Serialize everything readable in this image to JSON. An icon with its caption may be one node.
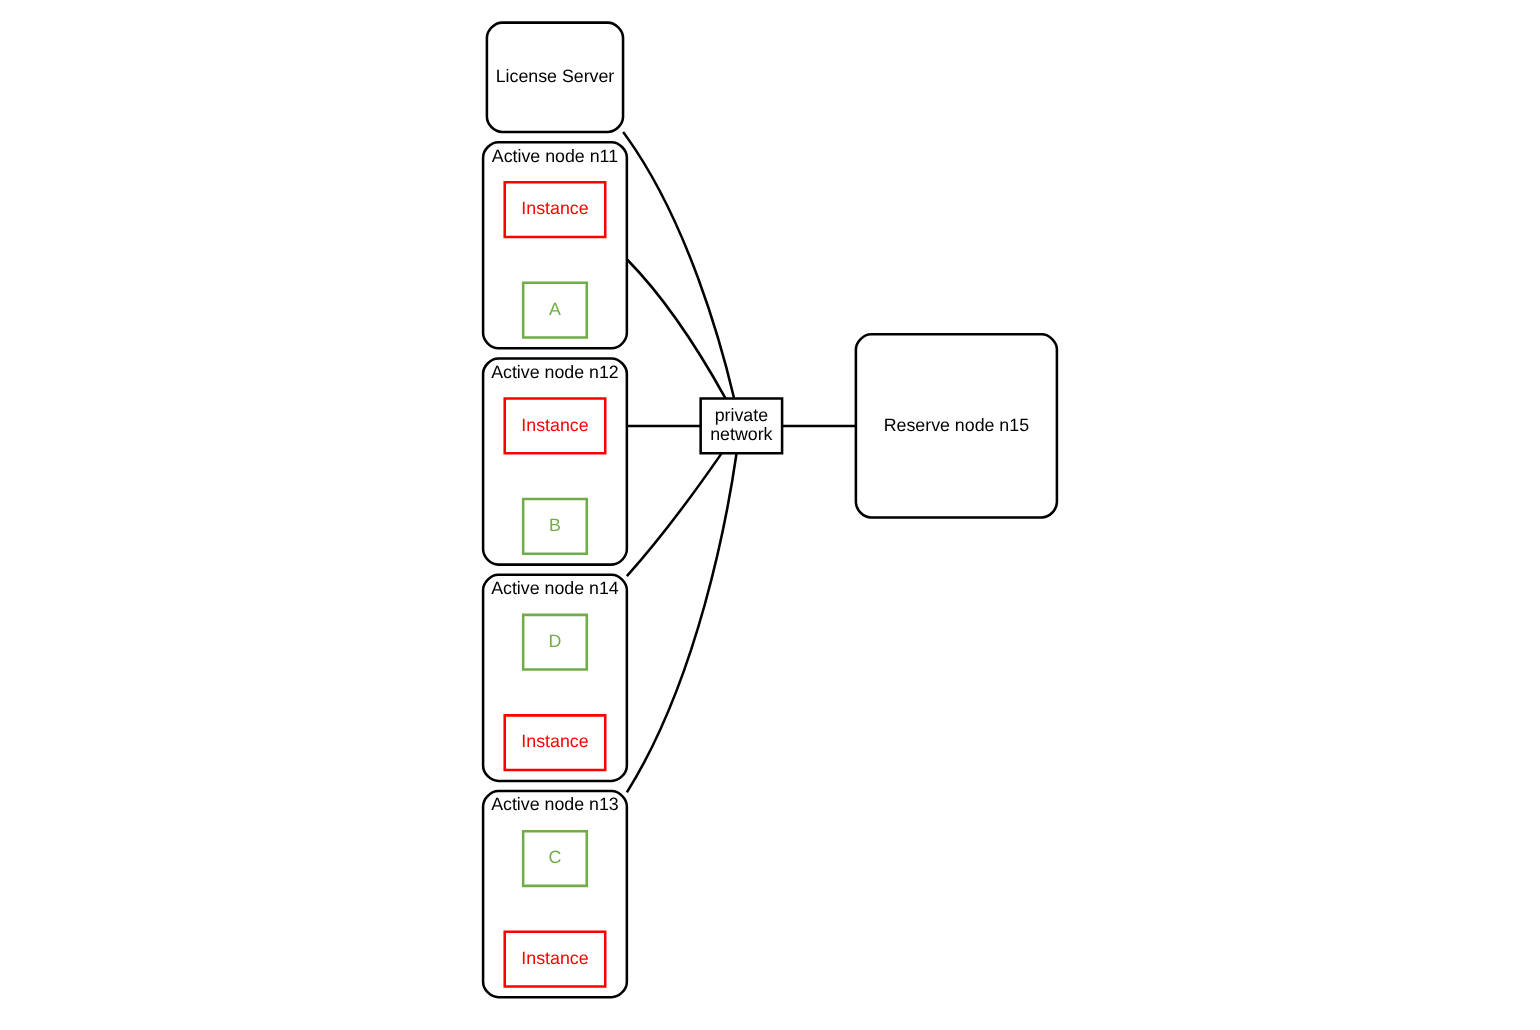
{
  "diagram": {
    "nodes": [
      {
        "text": [
          "License Server"
        ]
      },
      {
        "text": [
          "Active node n11"
        ]
      },
      {
        "text": [
          "Instance"
        ],
        "in": 1
      },
      {
        "text": [
          "A"
        ],
        "in": 1
      },
      {
        "text": [
          "Active node n12"
        ]
      },
      {
        "text": [
          "Instance"
        ],
        "in": 4
      },
      {
        "text": [
          "B"
        ],
        "in": 4
      },
      {
        "text": [
          "Reserve node n15"
        ]
      },
      {
        "text": [
          "private",
          "network"
        ]
      },
      {
        "text": [
          "Active node n14"
        ]
      },
      {
        "text": [
          "D"
        ],
        "in": 9
      },
      {
        "text": [
          "Instance"
        ],
        "in": 9
      },
      {
        "text": [
          "Active node n13"
        ]
      },
      {
        "text": [
          "C"
        ],
        "in": 12
      },
      {
        "text": [
          "Instance"
        ],
        "in": 12
      }
    ],
    "edges": [
      {
        "from": 0,
        "to": 8,
        "arrow": "none"
      },
      {
        "from": 1,
        "to": 8,
        "arrow": "none"
      },
      {
        "from": 4,
        "to": 8,
        "arrow": "none"
      },
      {
        "from": 9,
        "to": 8,
        "arrow": "none"
      },
      {
        "from": 12,
        "to": 8,
        "arrow": "none"
      },
      {
        "from": 8,
        "to": 7,
        "arrow": "none"
      }
    ]
  }
}
